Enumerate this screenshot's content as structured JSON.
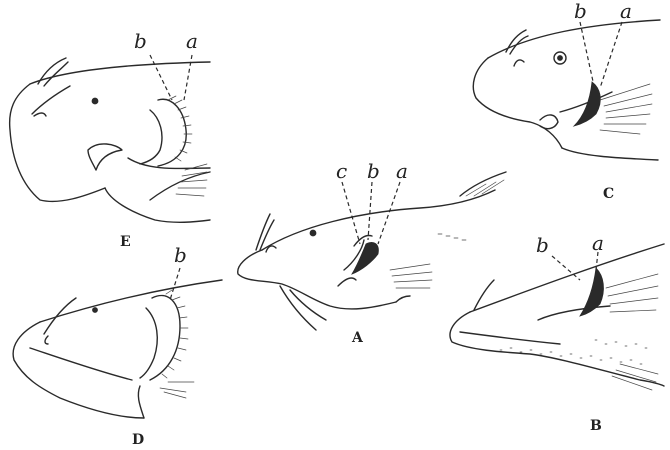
{
  "panels": {
    "E": {
      "caption": "E",
      "labels": {
        "b": "b",
        "a": "a"
      }
    },
    "C": {
      "caption": "C",
      "labels": {
        "b": "b",
        "a": "a"
      }
    },
    "A": {
      "caption": "A",
      "labels": {
        "c": "c",
        "b": "b",
        "a": "a"
      }
    },
    "D": {
      "caption": "D",
      "labels": {
        "b": "b"
      }
    },
    "B": {
      "caption": "B",
      "labels": {
        "b": "b",
        "a": "a"
      }
    }
  }
}
